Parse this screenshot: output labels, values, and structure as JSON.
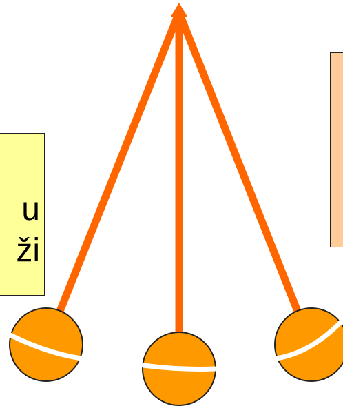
{
  "left_note": {
    "line1": "u",
    "line2": "ži"
  },
  "colors": {
    "string": "#ff6600",
    "bob": "#ff9900",
    "bob_outline": "#222222",
    "highlight": "#ffffff",
    "left_note_fill": "#ffff99",
    "right_note_fill": "#ffcc99"
  },
  "pendulum": {
    "positions": [
      "left-extreme",
      "center",
      "right-extreme"
    ]
  }
}
